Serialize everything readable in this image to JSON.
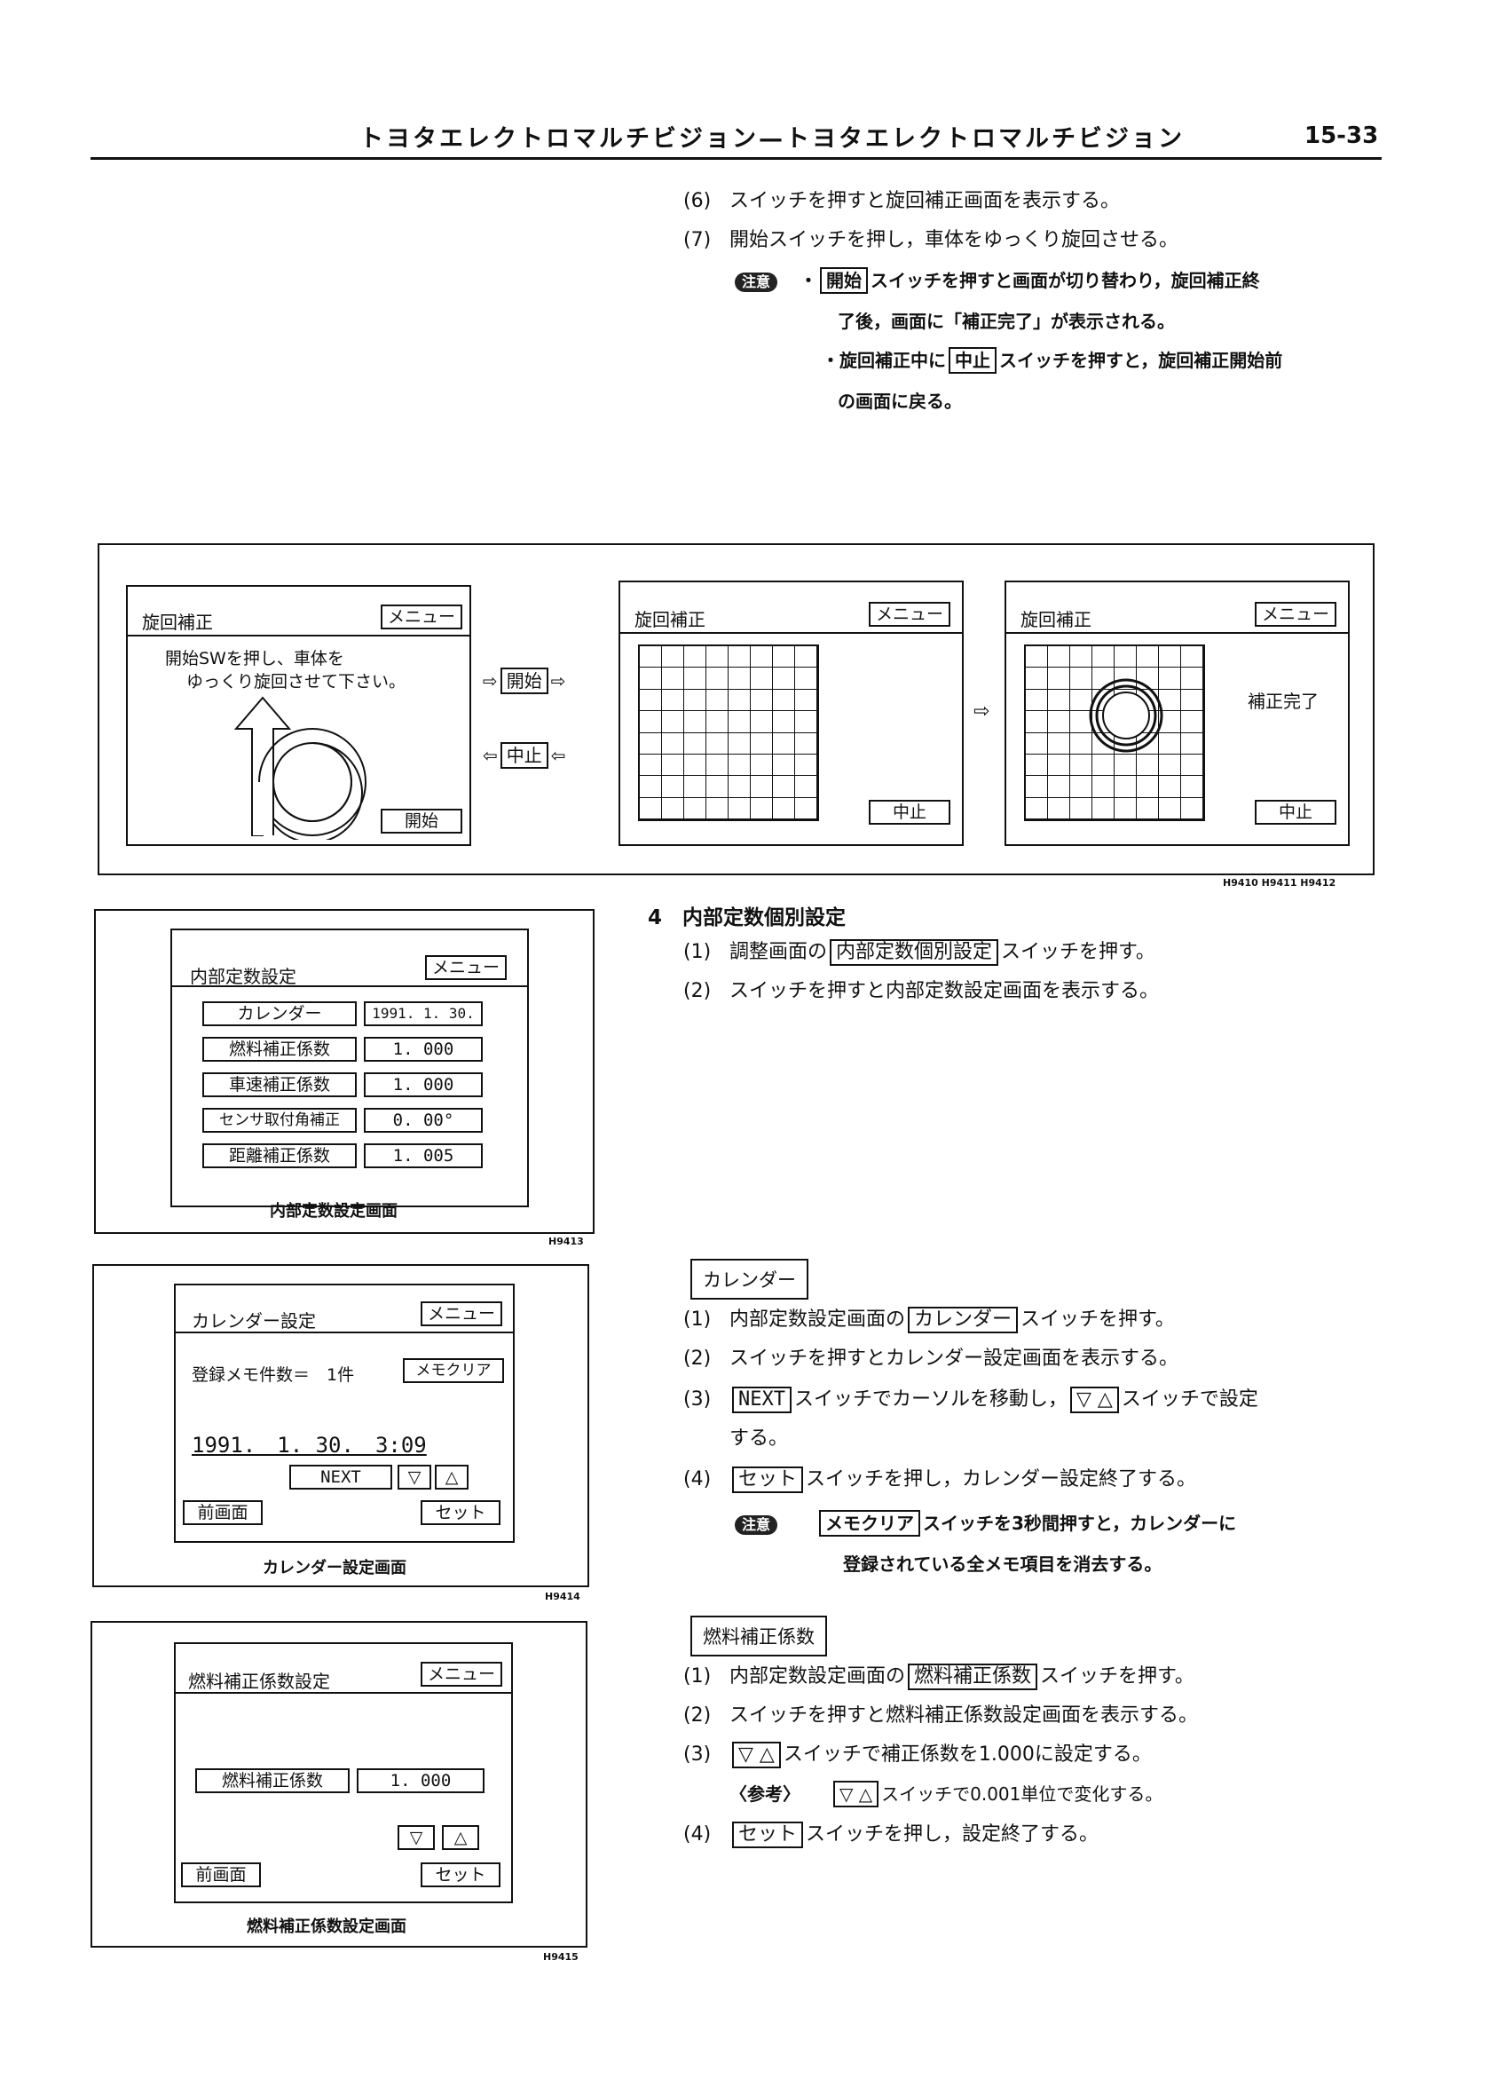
{
  "header": {
    "title": "トヨタエレクトロマルチビジョン—トヨタエレクトロマルチビジョン",
    "page": "15-33"
  },
  "top_steps": [
    {
      "num": "(6)",
      "text": "スイッチを押すと旋回補正画面を表示する。"
    },
    {
      "num": "(7)",
      "text": "開始スイッチを押し，車体をゆっくり旋回させる。"
    }
  ],
  "note_badge": "注意",
  "note1": {
    "pre": "・",
    "key": "開始",
    "line1": "スイッチを押すと画面が切り替わり，旋回補正終",
    "line2": "了後，画面に「補正完了」が表示される。"
  },
  "note2": {
    "pre": "・旋回補正中に",
    "key": "中止",
    "line1": "スイッチを押すと，旋回補正開始前",
    "line2": "の画面に戻る。"
  },
  "rotation_figure": {
    "screen1": {
      "title": "旋回補正",
      "menu": "メニュー",
      "message1": "開始SWを押し、車体を",
      "message2": "ゆっくり旋回させて下さい。",
      "start_btn": "開始"
    },
    "arrow_start": "開始",
    "arrow_stop": "中止",
    "screen2": {
      "title": "旋回補正",
      "menu": "メニュー",
      "stop_btn": "中止"
    },
    "screen3": {
      "title": "旋回補正",
      "menu": "メニュー",
      "done": "補正完了",
      "stop_btn": "中止"
    },
    "code": "H9410  H9411  H9412"
  },
  "const_screen": {
    "title": "内部定数設定",
    "menu": "メニュー",
    "rows": [
      {
        "label": "カレンダー",
        "value": "1991. 1. 30."
      },
      {
        "label": "燃料補正係数",
        "value": "1. 000"
      },
      {
        "label": "車速補正係数",
        "value": "1. 000"
      },
      {
        "label": "センサ取付角補正",
        "value": "0. 00°"
      },
      {
        "label": "距離補正係数",
        "value": "1. 005"
      }
    ],
    "caption": "内部定数設定画面",
    "code": "H9413"
  },
  "section4": {
    "title": "4　内部定数個別設定",
    "s1": {
      "num": "(1)",
      "pre": "調整画面の",
      "key": "内部定数個別設定",
      "post": "スイッチを押す。"
    },
    "s2": {
      "num": "(2)",
      "text": "スイッチを押すと内部定数設定画面を表示する。"
    }
  },
  "calendar_screen": {
    "title": "カレンダー設定",
    "menu": "メニュー",
    "memo_label": "登録メモ件数＝　1件",
    "memo_clear": "メモクリア",
    "datetime": "1991.　1. 30.　3:09",
    "next": "NEXT",
    "down": "▽",
    "up": "△",
    "prev": "前画面",
    "set": "セット",
    "caption": "カレンダー設定画面",
    "code": "H9414"
  },
  "calendar_section": {
    "label": "カレンダー",
    "s1": {
      "num": "(1)",
      "pre": "内部定数設定画面の",
      "key": "カレンダー",
      "post": "スイッチを押す。"
    },
    "s2": {
      "num": "(2)",
      "text": "スイッチを押すとカレンダー設定画面を表示する。"
    },
    "s3": {
      "num": "(3)",
      "key": "NEXT",
      "mid": "スイッチでカーソルを移動し，",
      "keys2": "▽ △",
      "post": "スイッチで設定",
      "cont": "する。"
    },
    "s4": {
      "num": "(4)",
      "key": "セット",
      "post": "スイッチを押し，カレンダー設定終了する。"
    },
    "note": {
      "key": "メモクリア",
      "line1": "スイッチを3秒間押すと，カレンダーに",
      "line2": "登録されている全メモ項目を消去する。"
    }
  },
  "fuel_screen": {
    "title": "燃料補正係数設定",
    "menu": "メニュー",
    "label": "燃料補正係数",
    "value": "1. 000",
    "down": "▽",
    "up": "△",
    "prev": "前画面",
    "set": "セット",
    "caption": "燃料補正係数設定画面",
    "code": "H9415"
  },
  "fuel_section": {
    "label": "燃料補正係数",
    "s1": {
      "num": "(1)",
      "pre": "内部定数設定画面の",
      "key": "燃料補正係数",
      "post": "スイッチを押す。"
    },
    "s2": {
      "num": "(2)",
      "text": "スイッチを押すと燃料補正係数設定画面を表示する。"
    },
    "s3": {
      "num": "(3)",
      "keys": "▽ △",
      "post": "スイッチで補正係数を1.000に設定する。"
    },
    "ref": {
      "label": "〈参考〉",
      "keys": "▽ △",
      "post": "スイッチで0.001単位で変化する。"
    },
    "s4": {
      "num": "(4)",
      "key": "セット",
      "post": "スイッチを押し，設定終了する。"
    }
  }
}
